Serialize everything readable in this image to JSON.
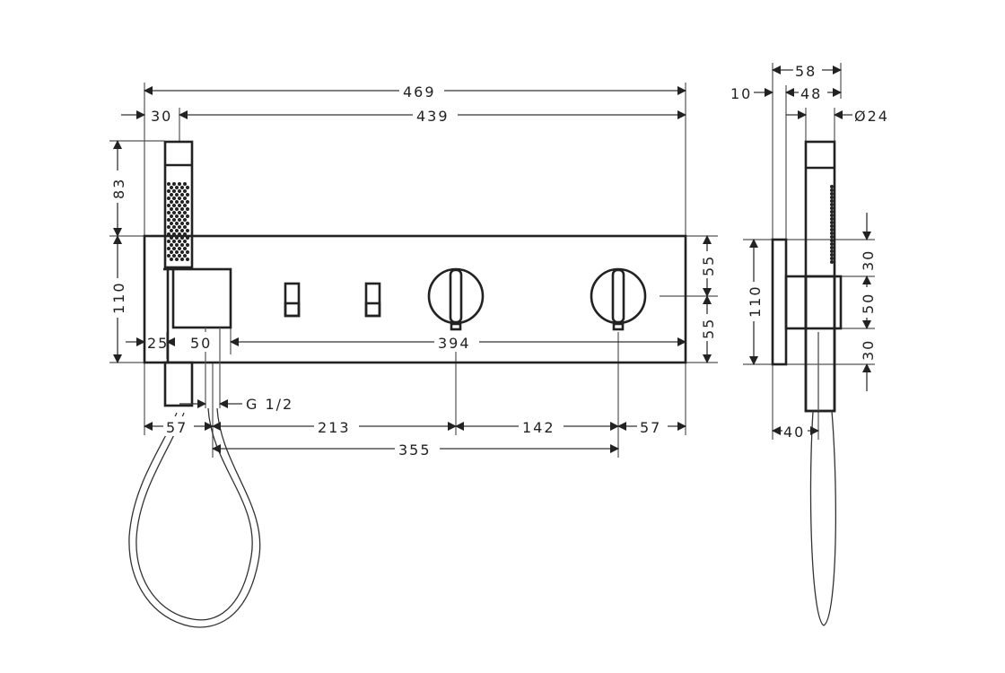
{
  "front_view": {
    "dims": {
      "overall_width": "469",
      "panel_width_from_shower": "439",
      "shower_offset": "30",
      "shower_height_above": "83",
      "panel_height": "110",
      "left_margin": "25",
      "holder_width": "50",
      "holder_to_edge": "394",
      "connection": "G 1/2",
      "left_to_outlet": "57",
      "outlet_to_knob1": "213",
      "knob_spacing": "142",
      "knob2_to_edge": "57",
      "outlet_to_knob2": "355",
      "upper_half": "55",
      "lower_half": "55"
    }
  },
  "side_view": {
    "dims": {
      "total_depth": "58",
      "plate_thickness": "10",
      "projection": "48",
      "shower_diameter": "Ø24",
      "panel_height": "110",
      "top_gap": "30",
      "holder_height": "50",
      "bottom_gap": "30",
      "hose_offset": "40"
    }
  }
}
